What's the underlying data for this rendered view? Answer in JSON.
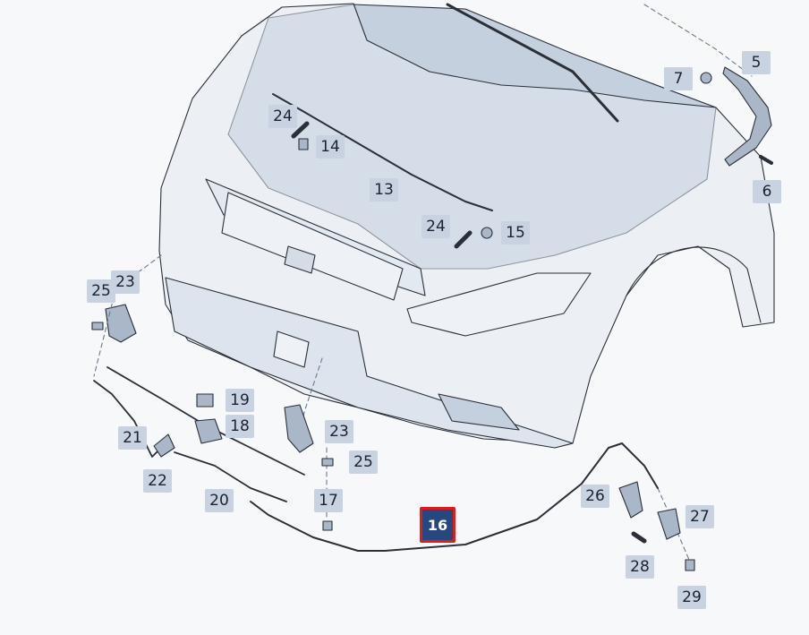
{
  "colors": {
    "background": "#f7f8fa",
    "line": "#2a2f38",
    "body_fill": "#e3e9f1",
    "interior_fill": "#c4d0de",
    "label_bg": "#c9d2e0",
    "highlight_bg": "#27477f",
    "highlight_border": "#e01b1b"
  },
  "callouts": [
    {
      "id": "c5",
      "text": "5"
    },
    {
      "id": "c7",
      "text": "7"
    },
    {
      "id": "c6",
      "text": "6"
    },
    {
      "id": "c24a",
      "text": "24"
    },
    {
      "id": "c14",
      "text": "14"
    },
    {
      "id": "c13",
      "text": "13"
    },
    {
      "id": "c24b",
      "text": "24"
    },
    {
      "id": "c15",
      "text": "15"
    },
    {
      "id": "c25a",
      "text": "25"
    },
    {
      "id": "c23a",
      "text": "23"
    },
    {
      "id": "c19",
      "text": "19"
    },
    {
      "id": "c18",
      "text": "18"
    },
    {
      "id": "c21",
      "text": "21"
    },
    {
      "id": "c22",
      "text": "22"
    },
    {
      "id": "c23b",
      "text": "23"
    },
    {
      "id": "c25b",
      "text": "25"
    },
    {
      "id": "c20",
      "text": "20"
    },
    {
      "id": "c17",
      "text": "17"
    },
    {
      "id": "c16",
      "text": "16"
    },
    {
      "id": "c26",
      "text": "26"
    },
    {
      "id": "c27",
      "text": "27"
    },
    {
      "id": "c28",
      "text": "28"
    },
    {
      "id": "c29",
      "text": "29"
    }
  ]
}
